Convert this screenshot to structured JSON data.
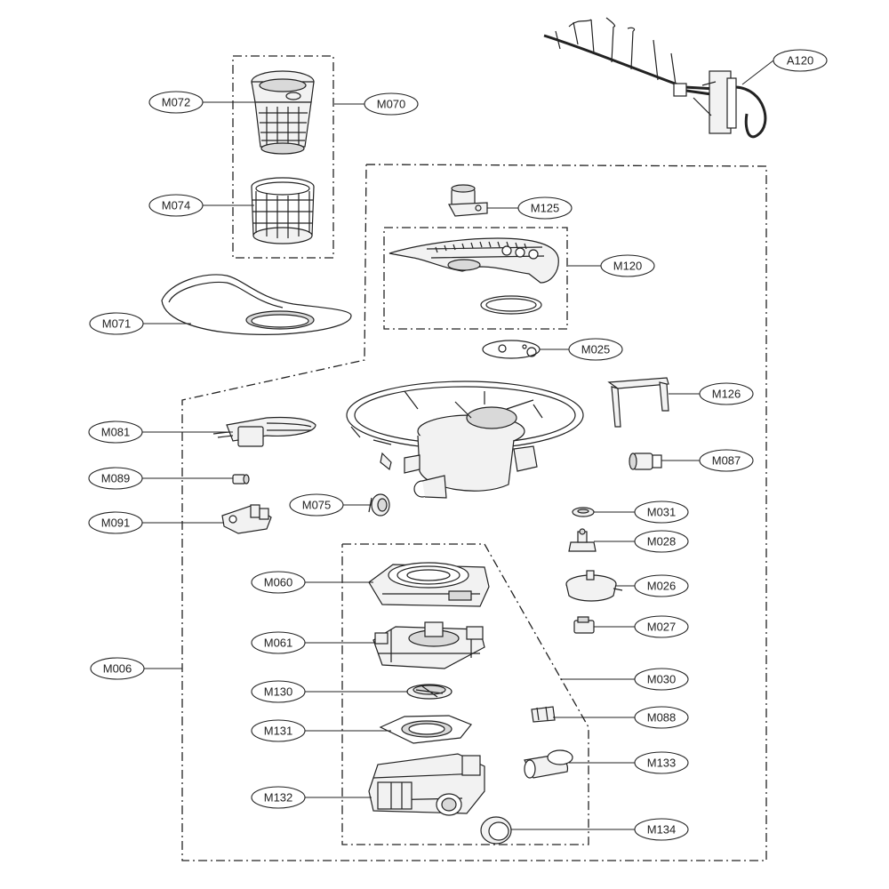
{
  "callouts": [
    {
      "id": "A120",
      "label": "A120"
    },
    {
      "id": "M072",
      "label": "M072"
    },
    {
      "id": "M070",
      "label": "M070"
    },
    {
      "id": "M074",
      "label": "M074"
    },
    {
      "id": "M071",
      "label": "M071"
    },
    {
      "id": "M125",
      "label": "M125"
    },
    {
      "id": "M120",
      "label": "M120"
    },
    {
      "id": "M025",
      "label": "M025"
    },
    {
      "id": "M126",
      "label": "M126"
    },
    {
      "id": "M081",
      "label": "M081"
    },
    {
      "id": "M087",
      "label": "M087"
    },
    {
      "id": "M089",
      "label": "M089"
    },
    {
      "id": "M075",
      "label": "M075"
    },
    {
      "id": "M031",
      "label": "M031"
    },
    {
      "id": "M091",
      "label": "M091"
    },
    {
      "id": "M028",
      "label": "M028"
    },
    {
      "id": "M060",
      "label": "M060"
    },
    {
      "id": "M026",
      "label": "M026"
    },
    {
      "id": "M027",
      "label": "M027"
    },
    {
      "id": "M061",
      "label": "M061"
    },
    {
      "id": "M006",
      "label": "M006"
    },
    {
      "id": "M030",
      "label": "M030"
    },
    {
      "id": "M130",
      "label": "M130"
    },
    {
      "id": "M088",
      "label": "M088"
    },
    {
      "id": "M131",
      "label": "M131"
    },
    {
      "id": "M133",
      "label": "M133"
    },
    {
      "id": "M132",
      "label": "M132"
    },
    {
      "id": "M134",
      "label": "M134"
    }
  ]
}
